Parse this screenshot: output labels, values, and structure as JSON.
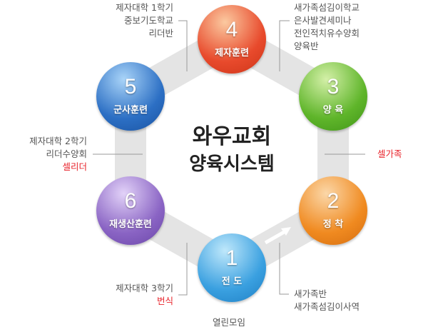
{
  "title": {
    "line1": "와우교회",
    "line2": "양육시스템"
  },
  "stages": [
    {
      "num": "1",
      "label": "전 도",
      "color": "#3aa0e0"
    },
    {
      "num": "2",
      "label": "정 착",
      "color": "#f08a20"
    },
    {
      "num": "3",
      "label": "양 육",
      "color": "#5fb52a"
    },
    {
      "num": "4",
      "label": "제자훈련",
      "color": "#e84a2c"
    },
    {
      "num": "5",
      "label": "군사훈련",
      "color": "#2c6fc4"
    },
    {
      "num": "6",
      "label": "재생산훈련",
      "color": "#8a64c4"
    }
  ],
  "notes": {
    "stage1": [
      "열린모임"
    ],
    "stage2": [
      "새가족반",
      "새가족섬김이사역"
    ],
    "stage3": [
      "셀가족"
    ],
    "stage4_left": [
      "제자대학 1학기",
      "중보기도학교",
      "리더반"
    ],
    "stage4_right": [
      "새가족섬김이학교",
      "은사발견세미나",
      "전인적치유수양회",
      "양육반"
    ],
    "stage5": [
      "제자대학 2학기",
      "리더수양회",
      "셀리더"
    ],
    "stage6": [
      "제자대학 3학기",
      "번식"
    ]
  }
}
